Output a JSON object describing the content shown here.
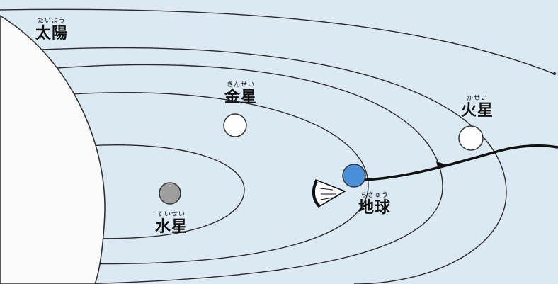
{
  "colors": {
    "background": "#dbe9f3",
    "sun": "#fbfbfb",
    "orbit": "#2b2b2b",
    "mercury": "#9e9e9e",
    "venus": "#ffffff",
    "earth": "#4a90d9",
    "mars": "#ffffff",
    "path": "#111111"
  },
  "labels": {
    "sun": {
      "ruby": "たいよう",
      "name": "太陽"
    },
    "mercury": {
      "ruby": "すいせい",
      "name": "水星"
    },
    "venus": {
      "ruby": "きんせい",
      "name": "金星"
    },
    "earth": {
      "ruby": "ちきゅう",
      "name": "地球"
    },
    "mars": {
      "ruby": "かせい",
      "name": "火星"
    }
  },
  "icons": {
    "spacecraft": "spacecraft-icon",
    "direction": "arrow-head-icon"
  }
}
